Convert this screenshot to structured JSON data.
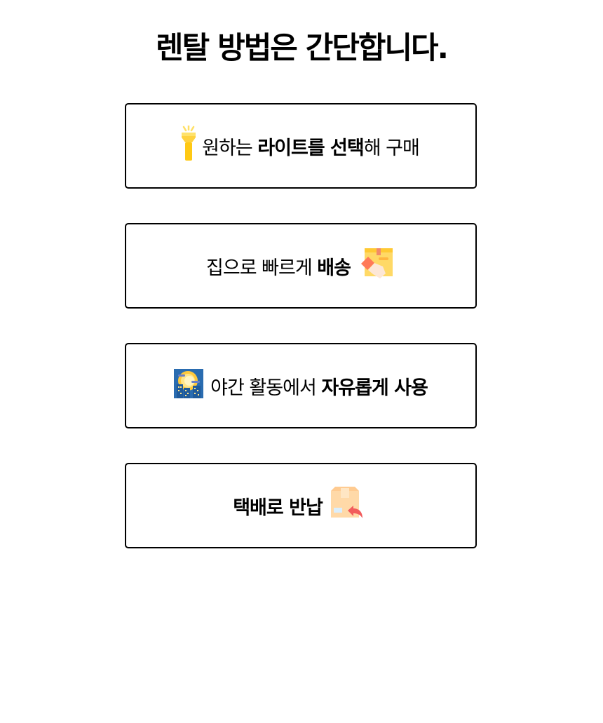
{
  "colors": {
    "accent": "#ee1111",
    "border": "#000000",
    "text": "#000000",
    "background": "#ffffff"
  },
  "title": {
    "before": "렌탈 방법은 ",
    "highlight": "간단",
    "after": "합니다."
  },
  "steps": [
    {
      "icon": "flashlight-icon",
      "parts": [
        {
          "text": "원하는 ",
          "bold": false
        },
        {
          "text": "라이트를 선택",
          "bold": true
        },
        {
          "text": "해 구매",
          "bold": false
        }
      ]
    },
    {
      "icon": "delivery-box-icon",
      "parts": [
        {
          "text": "집으로 빠르게 ",
          "bold": false
        },
        {
          "text": "배송",
          "bold": true
        }
      ]
    },
    {
      "icon": "night-city-icon",
      "parts": [
        {
          "text": "야간 활동에서 ",
          "bold": false
        },
        {
          "text": "자유롭게 사용",
          "bold": true
        }
      ]
    },
    {
      "icon": "return-box-icon",
      "parts": [
        {
          "text": "택배로 반납",
          "bold": true
        }
      ]
    }
  ]
}
